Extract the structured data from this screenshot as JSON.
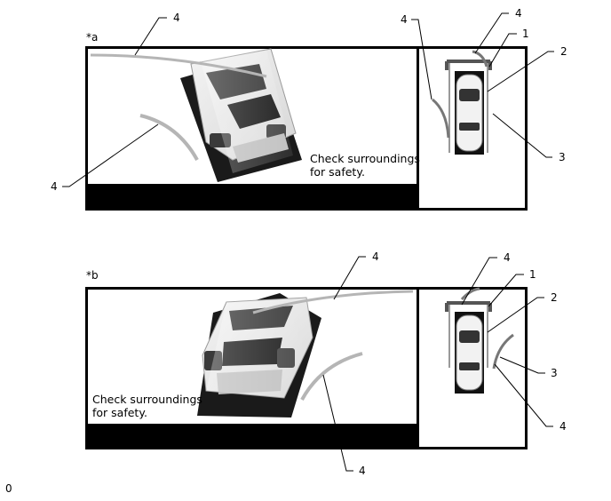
{
  "panels": [
    {
      "label": "*a",
      "message_line1": "Check surroundings",
      "message_line2": "for safety.",
      "callouts": [
        "4",
        "4",
        "4",
        "1",
        "2",
        "3",
        "4"
      ]
    },
    {
      "label": "*b",
      "message_line1": "Check surroundings",
      "message_line2": "for safety.",
      "callouts": [
        "4",
        "4",
        "1",
        "2",
        "3",
        "4",
        "4"
      ]
    }
  ],
  "figure_id": "0"
}
